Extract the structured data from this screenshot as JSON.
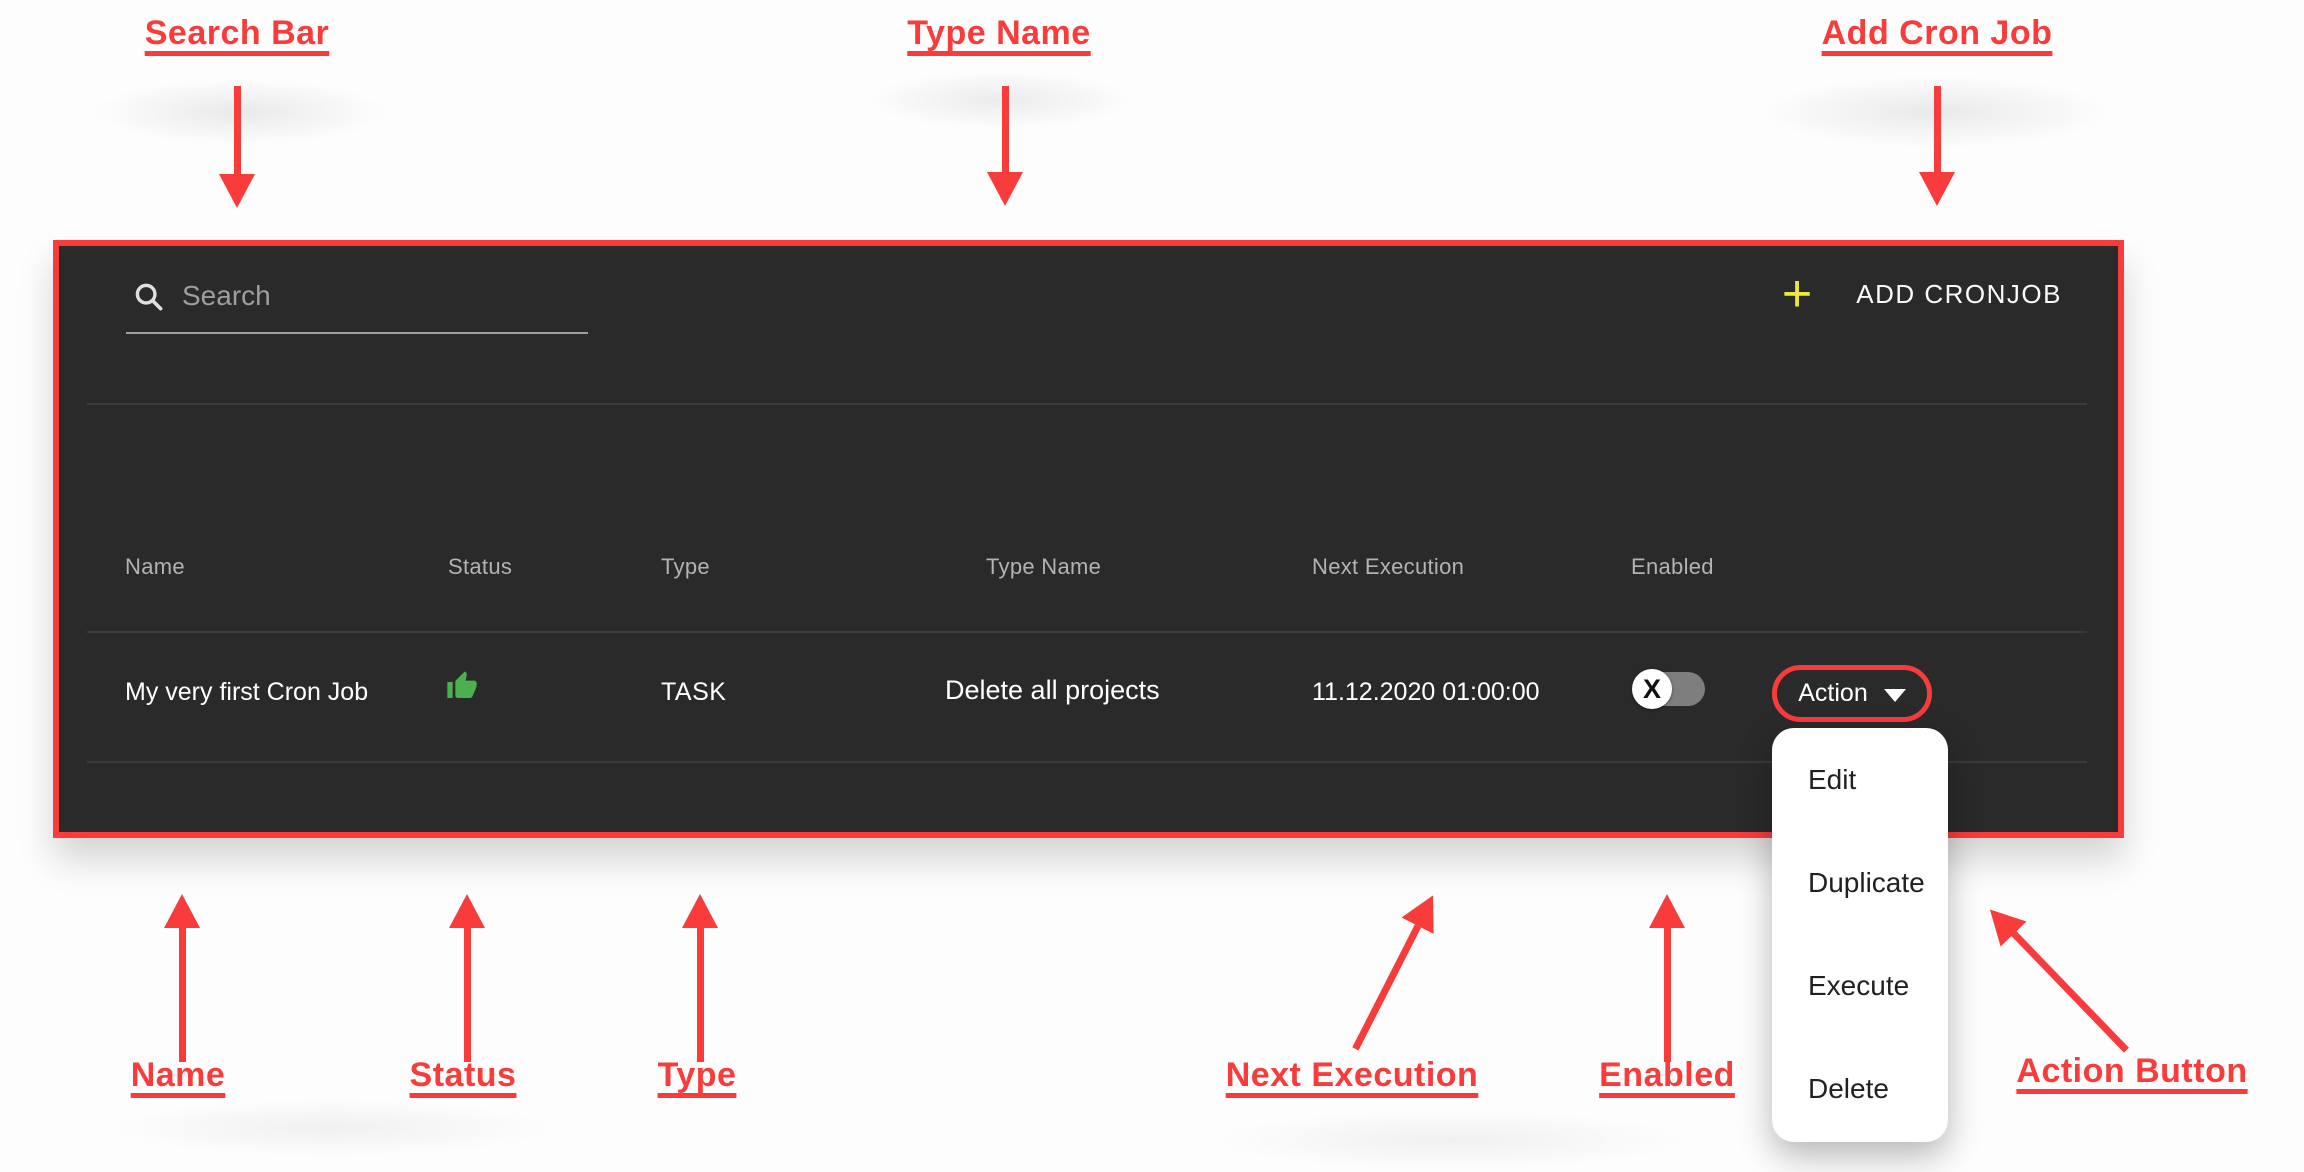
{
  "annotations": {
    "top": {
      "search_bar": "Search Bar",
      "type_name": "Type Name",
      "add_cron_job": "Add Cron Job"
    },
    "bottom": {
      "name": "Name",
      "status": "Status",
      "type": "Type",
      "next_execution": "Next Execution",
      "enabled": "Enabled",
      "action_button": "Action Button"
    }
  },
  "panel": {
    "search": {
      "placeholder": "Search",
      "icon": "search-icon"
    },
    "add_button": {
      "icon_glyph": "+",
      "label": "ADD CRONJOB"
    },
    "table": {
      "headers": [
        "Name",
        "Status",
        "Type",
        "Type Name",
        "Next Execution",
        "Enabled"
      ],
      "row": {
        "name": "My very first Cron Job",
        "status_icon": "thumbs-up",
        "type": "TASK",
        "type_name": "Delete all projects",
        "next_execution": "11.12.2020 01:00:00",
        "enabled_state": "off",
        "toggle_glyph": "X",
        "action_label": "Action"
      }
    }
  },
  "menu": {
    "items": [
      "Edit",
      "Duplicate",
      "Execute",
      "Delete"
    ]
  },
  "colors": {
    "annotation_red": "#F83B3B",
    "panel_background": "#2A2A2B",
    "status_green": "#4CAF50",
    "add_icon_yellow": "#EDE93B",
    "menu_background": "#FFFFFF"
  }
}
